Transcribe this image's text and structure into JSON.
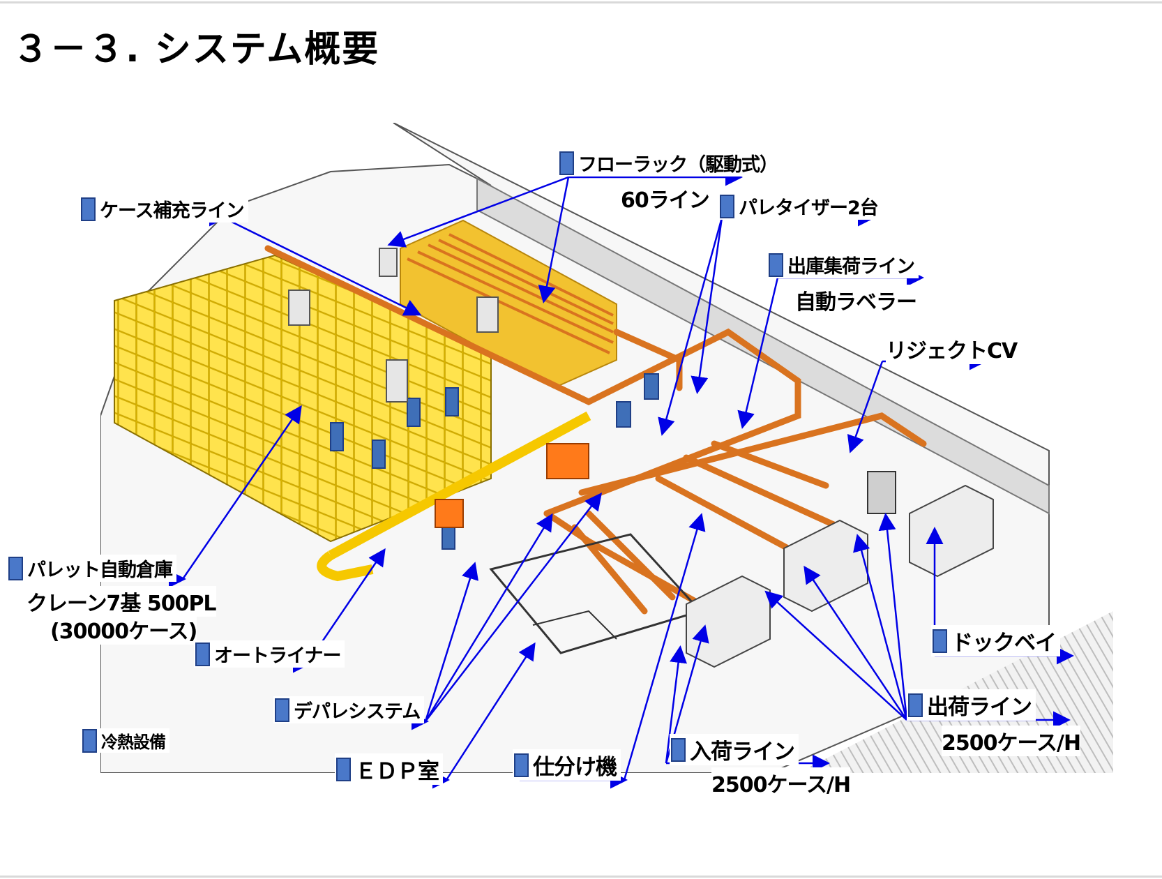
{
  "page": {
    "title": "３－３. システム概要"
  },
  "labels": {
    "flow_rack": "フローラック（駆動式）",
    "flow_rack_sub": "60ライン",
    "case_replenish": "ケース補充ライン",
    "palletizer": "パレタイザー2台",
    "outbound_collect": "出庫集荷ライン",
    "outbound_collect_sub": "自動ラベラー",
    "reject_cv": "リジェクトCV",
    "pallet_asrs": "パレット自動倉庫",
    "pallet_asrs_sub1": "クレーン7基 500PL",
    "pallet_asrs_sub2": "(30000ケース)",
    "auto_liner": "オートライナー",
    "depal_system": "デパレシステム",
    "cold_heat": "冷熱設備",
    "edp_room": "ＥＤＰ室",
    "sorter": "仕分け機",
    "inbound_line": "入荷ライン",
    "inbound_line_sub": "2500ケース/H",
    "outbound_line": "出荷ライン",
    "outbound_line_sub": "2500ケース/H",
    "dock_bay": "ドックベイ"
  },
  "colors": {
    "marker": "#4a78c9",
    "leader": "#0000e6",
    "conveyor": "#d9731f",
    "storage": "#f6d000",
    "wall": "#d9d9d9"
  }
}
